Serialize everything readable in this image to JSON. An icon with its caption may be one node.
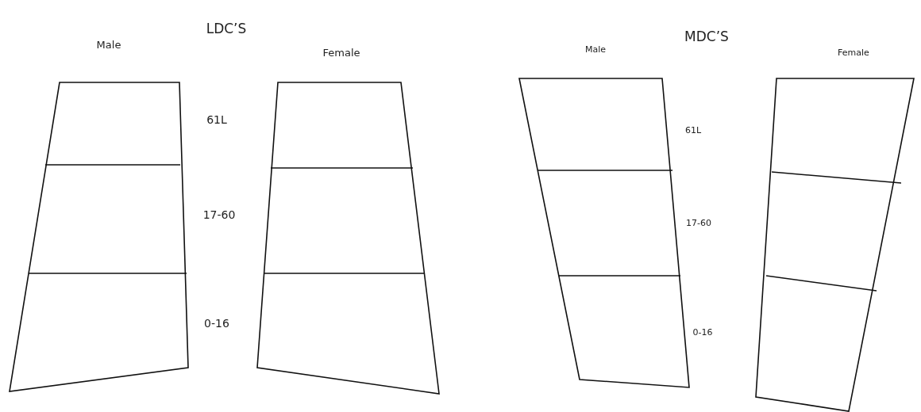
{
  "diagram": {
    "labels": [
      "LDC’S",
      "MDC’S",
      "Male",
      "Female",
      "Male",
      "Female",
      "61L",
      "61L",
      "17-60",
      "17-60",
      "0-16",
      "0-16"
    ]
  }
}
